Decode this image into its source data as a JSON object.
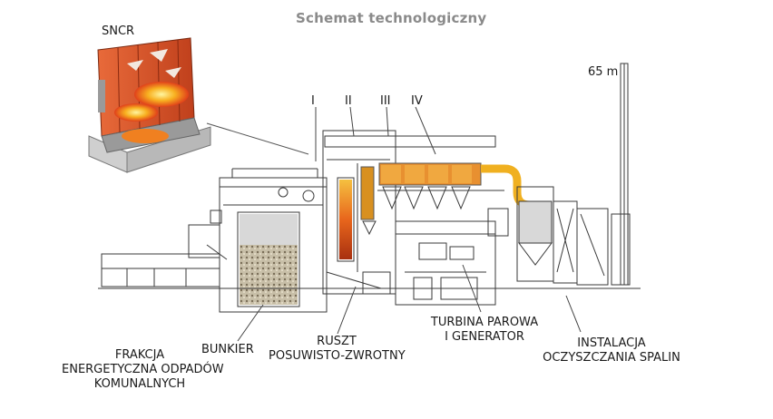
{
  "title": "Schemat technologiczny",
  "labels": {
    "sncr": "SNCR",
    "height": "65 m",
    "stage_1": "I",
    "stage_2": "II",
    "stage_3": "III",
    "stage_4": "IV",
    "frakcja_line1": "FRAKCJA",
    "frakcja_line2": "ENERGETYCZNA ODPADÓW",
    "frakcja_line3": "KOMUNALNYCH",
    "bunkier": "BUNKIER",
    "ruszt_line1": "RUSZT",
    "ruszt_line2": "POSUWISTO-ZWROTNY",
    "turbina_line1": "TURBINA PAROWA",
    "turbina_line2": "I GENERATOR",
    "instalacja_line1": "INSTALACJA",
    "instalacja_line2": "OCZYSZCZANIA SPALIN"
  },
  "colors": {
    "line": "#3a3a3a",
    "furnace_orange": "#e8661c",
    "duct_yellow": "#f0b020",
    "boiler_red": "#d8502a",
    "title_gray": "#8a8a8a"
  }
}
